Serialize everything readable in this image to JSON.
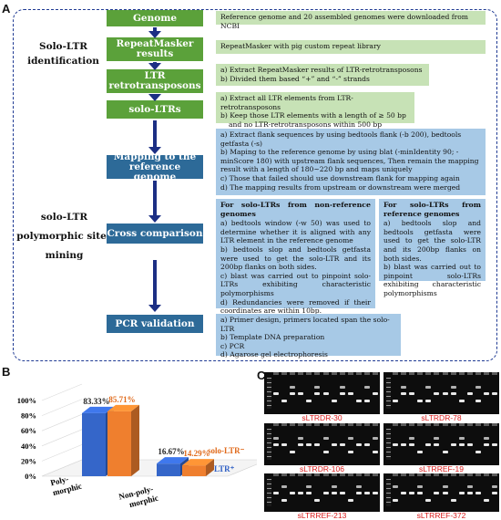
{
  "panel_a": {
    "letter": "A",
    "section1_label": [
      "Solo-LTR",
      "identification"
    ],
    "section2_label": [
      "solo-LTR",
      "polymorphic sites",
      "mining"
    ],
    "steps": [
      {
        "label": "Genome"
      },
      {
        "label": "RepeatMasker results"
      },
      {
        "label": "LTR retrotransposons"
      },
      {
        "label": "solo-LTRs"
      },
      {
        "label": "Mapping to the reference genome"
      },
      {
        "label": "Cross comparison"
      },
      {
        "label": "PCR validation"
      }
    ],
    "descriptions": {
      "genome": "Reference genome and 20 assembled genomes were downloaded from NCBI",
      "repeatmasker": "RepeatMasker with pig custom repeat library",
      "ltr": [
        "a) Extract RepeatMasker results of LTR-retrotransposons",
        "b) Divided them based “+” and “-” strands"
      ],
      "solo": [
        "a) Extract all LTR elements from LTR-retrotransposons",
        "b) Keep those LTR elements with a length of ≥ 50 bp",
        "and no LTR-retrotransposons within 500 bp"
      ],
      "mapping": [
        "a) Extract flank sequences by using  bedtools flank (-b 200), bedtools getfasta (-s)",
        "b) Maping to the reference genome by using blat (-minIdentity 90; -minScore 180) with upstream flank sequences, Then remain the mapping result with a length of 180~220 bp and maps uniquely",
        "c) Those that failed should use downstream flank for mapping again",
        "d) The mapping results from upstream or downstream were merged"
      ],
      "cross_left_header": "For solo-LTRs from non-reference genomes",
      "cross_left": [
        "a) bedtools window (-w 50) was used to determine whether it is aligned with any LTR element in the reference genome",
        "b) bedtools slop and bedtools getfasta were used to get the solo-LTR and its 200bp flanks on both sides.",
        "c) blast was carried out to pinpoint solo-LTRs exhibiting characteristic polymorphisms",
        "d) Redundancies were removed if their coordinates are within 10bp."
      ],
      "cross_right_header": "For solo-LTRs from reference genomes",
      "cross_right": [
        "a) bedtools slop and bedtools getfasta were used to get the solo-LTR and its 200bp flanks on both sides.",
        "b) blast was carried out to pinpoint solo-LTRs exhibiting characteristic polymorphisms"
      ],
      "pcr": [
        "a) Primer design, primers located span the solo-LTR",
        "b) Template DNA preparation",
        "c) PCR",
        "d) Agarose gel electrophoresis"
      ]
    }
  },
  "panel_b": {
    "letter": "B",
    "chart_data": {
      "type": "bar",
      "categories": [
        "Poly-morphic",
        "Non-poly-morphic"
      ],
      "category_lines": [
        [
          "Poly-",
          "morphic"
        ],
        [
          "Non-poly-",
          "morphic"
        ]
      ],
      "series": [
        {
          "name": "solo-LTR⁺",
          "values": [
            83.33,
            16.67
          ],
          "value_labels": [
            "83.33%",
            "16.67%"
          ],
          "color": "#3566c9"
        },
        {
          "name": "solo-LTR⁻",
          "values": [
            85.71,
            14.29
          ],
          "value_labels": [
            "85.71%",
            "14.29%"
          ],
          "color": "#ef7f2e"
        }
      ],
      "y_ticks": [
        "0%",
        "20%",
        "40%",
        "60%",
        "80%",
        "100%"
      ],
      "ylim": [
        0,
        100
      ]
    }
  },
  "panel_c": {
    "letter": "C",
    "gels": [
      {
        "label": "sLTRDR-30"
      },
      {
        "label": "sLTRDR-78"
      },
      {
        "label": "sLTRDR-106"
      },
      {
        "label": "sLTRREF-19"
      },
      {
        "label": "sLTRREF-213"
      },
      {
        "label": "sLTRREF-372"
      }
    ]
  }
}
